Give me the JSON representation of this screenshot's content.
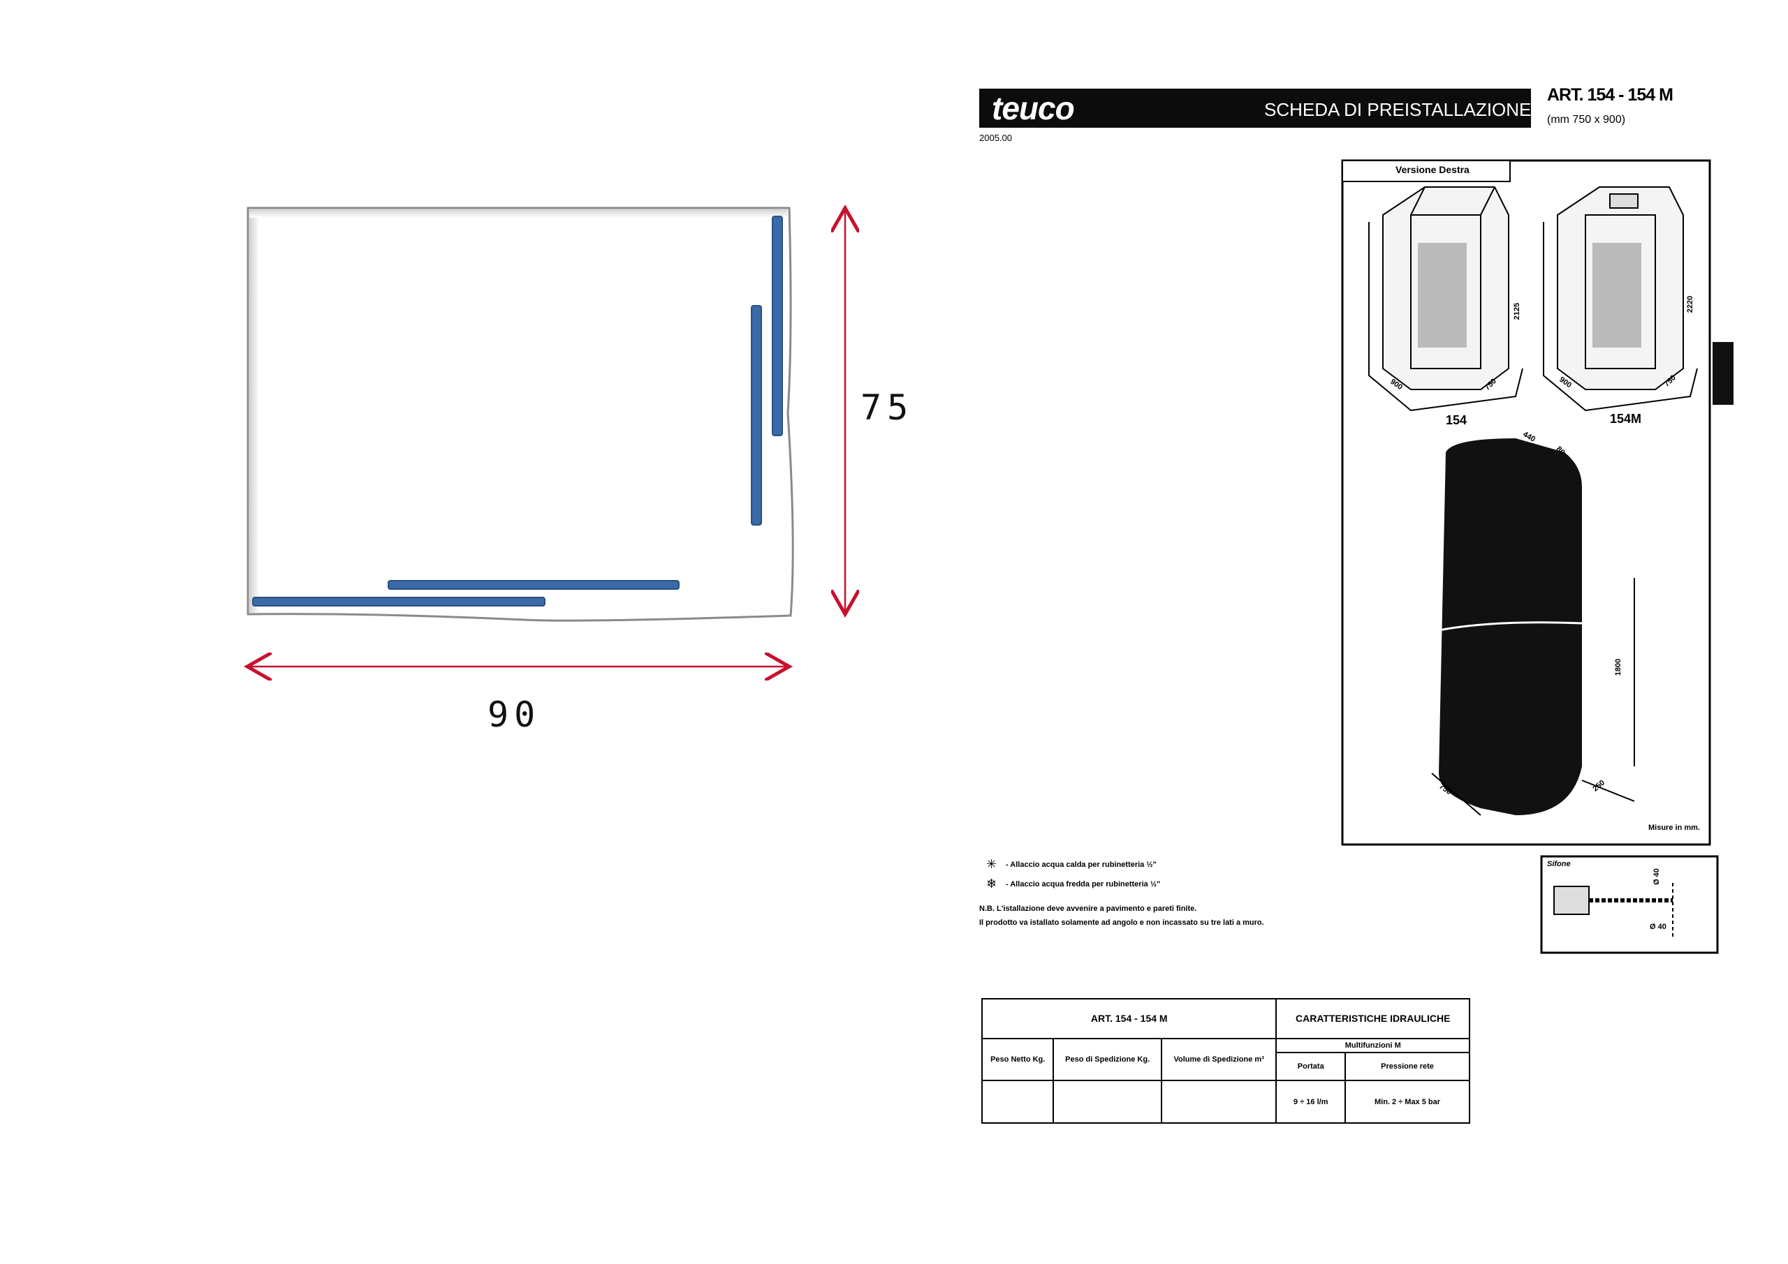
{
  "sketch": {
    "width_label": "90",
    "depth_label": "75",
    "accent_color": "#c8102e",
    "rail_color": "#3b6aa8"
  },
  "sheet": {
    "brand": "teuco",
    "title": "SCHEDA DI PREISTALLAZIONE",
    "article": "ART. 154 - 154 M",
    "article_size": "(mm 750 x 900)",
    "doc_code": "2005.00",
    "version_label": "Versione Destra",
    "model_a": "154",
    "model_b": "154M",
    "dims_a": {
      "width": "900",
      "depth": "750",
      "height": "2125"
    },
    "dims_b": {
      "width": "900",
      "depth": "750",
      "height": "2220"
    },
    "plan_dims": {
      "top_a": "440",
      "top_b": "80",
      "height": "1800",
      "front": "750",
      "side": "250"
    },
    "units_note": "Misure in mm.",
    "legend": [
      "- Allaccio acqua calda per rubinetteria ½\"",
      "- Allaccio acqua fredda per rubinetteria ½\""
    ],
    "note_1": "N.B. L'istallazione deve avvenire a pavimento e pareti finite.",
    "note_2": "Il prodotto va istallato solamente ad angolo e non incassato su tre lati a muro.",
    "sifone": {
      "label": "Sifone",
      "d1": "Ø 40",
      "d2": "Ø 40"
    },
    "table": {
      "left_header": "ART. 154 - 154 M",
      "right_header": "CARATTERISTICHE IDRAULICHE",
      "sub_header": "Multifunzioni M",
      "col1": "Peso Netto Kg.",
      "col2": "Peso di Spedizione Kg.",
      "col3": "Volume di Spedizione m³",
      "col4": "Portata",
      "col5": "Pressione rete",
      "val4": "9 ÷ 16 l/m",
      "val5": "Min. 2 ÷ Max 5 bar"
    }
  }
}
